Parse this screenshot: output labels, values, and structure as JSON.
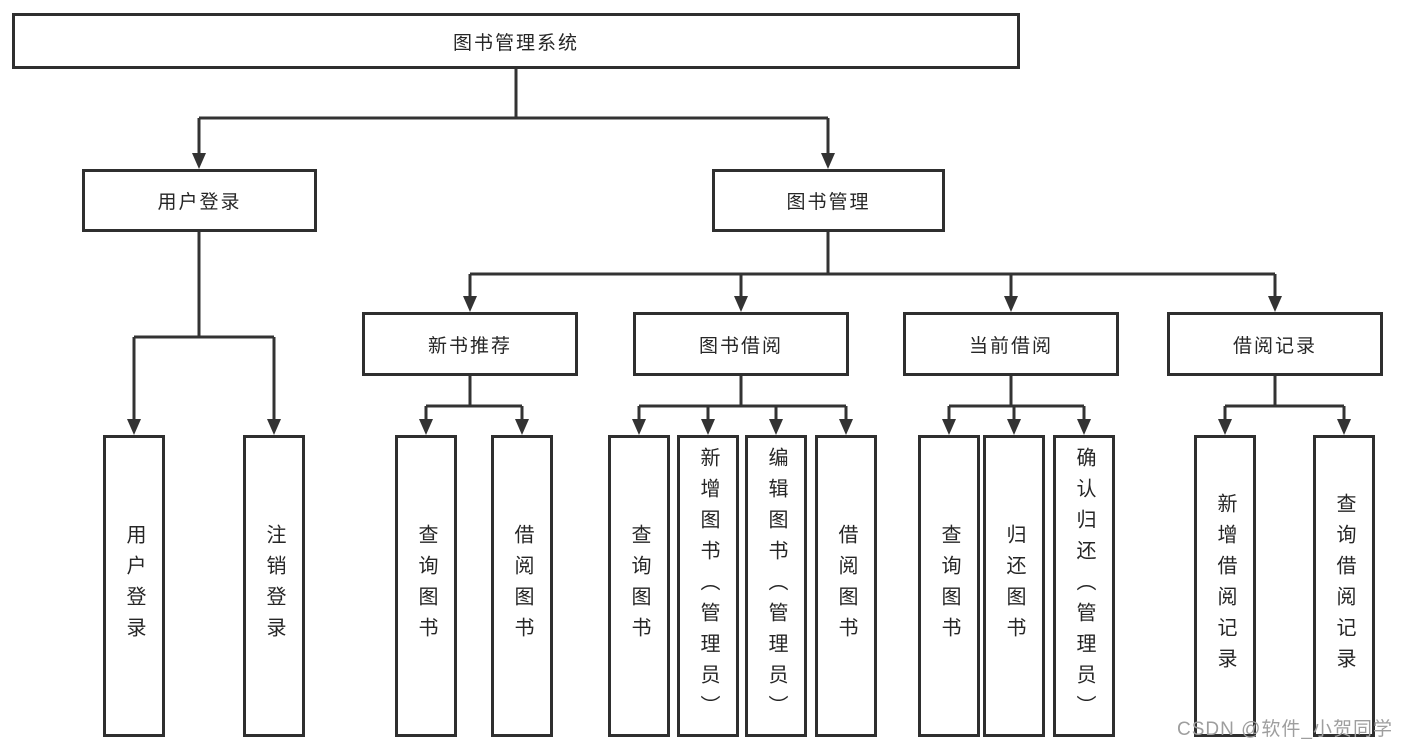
{
  "diagram": {
    "type": "tree",
    "structure": {
      "root": "图书管理系统",
      "children": [
        {
          "label": "用户登录",
          "children": [
            "用户登录",
            "注销登录"
          ]
        },
        {
          "label": "图书管理",
          "children": [
            {
              "label": "新书推荐",
              "children": [
                "查询图书",
                "借阅图书"
              ]
            },
            {
              "label": "图书借阅",
              "children": [
                "查询图书",
                "新增图书（管理员）",
                "编辑图书（管理员）",
                "借阅图书"
              ]
            },
            {
              "label": "当前借阅",
              "children": [
                "查询图书",
                "归还图书",
                "确认归还（管理员）"
              ]
            },
            {
              "label": "借阅记录",
              "children": [
                "新增借阅记录",
                "查询借阅记录"
              ]
            }
          ]
        }
      ]
    }
  },
  "watermark": "CSDN @软件_小贺同学",
  "colors": {
    "line": "#333333",
    "box_border": "#2f2f2f",
    "text": "#262626",
    "watermark": "#9e9e9e",
    "background": "#ffffff"
  }
}
